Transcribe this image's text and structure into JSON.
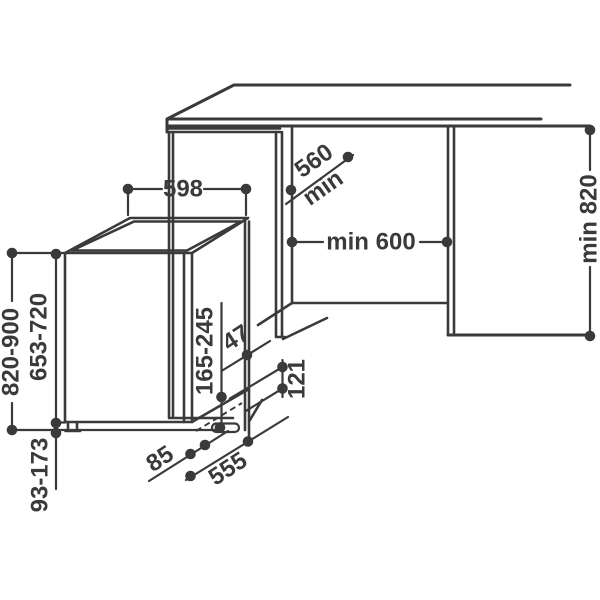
{
  "diagram_type": "appliance-installation-dimension-drawing",
  "units_implied": "mm",
  "colors": {
    "line": "#3a3a3a",
    "background": "#ffffff"
  },
  "labels": {
    "width_top": "598",
    "niche_depth_value": "560",
    "niche_depth_unit": "min",
    "niche_width": "min 600",
    "niche_height": "min 820",
    "total_height_range": "820-900",
    "door_height_range": "653-720",
    "plinth_range": "93-173",
    "drain_height_range": "165-245",
    "rear_offset_47": "47",
    "rear_offset_121": "121",
    "rear_offset_85": "85",
    "depth_bottom": "555"
  }
}
